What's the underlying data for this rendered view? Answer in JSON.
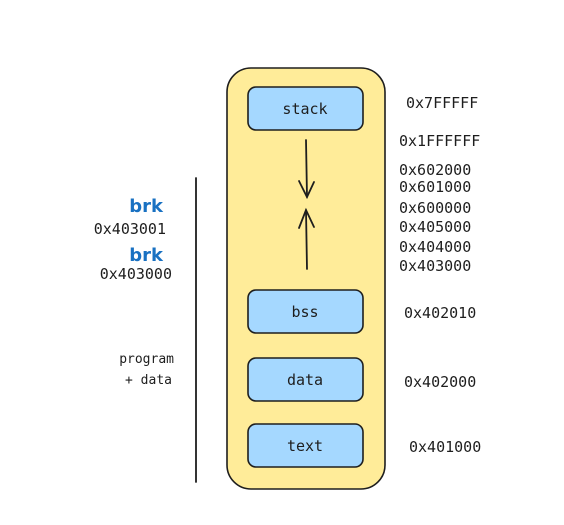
{
  "colors": {
    "memory_fill": "#ffec99",
    "memory_stroke": "#1e1e1e",
    "segment_fill": "#a5d8ff",
    "segment_stroke": "#1e1e1e",
    "brk_color": "#1971c2",
    "line_color": "#1e1e1e"
  },
  "segments": {
    "stack": "stack",
    "bss": "bss",
    "data": "data",
    "text": "text"
  },
  "addresses": {
    "a0": "0x7FFFFF",
    "a1": "0x1FFFFFF",
    "a2": "0x602000",
    "a3": "0x601000",
    "a4": "0x600000",
    "a5": "0x405000",
    "a6": "0x404000",
    "a7": "0x403000",
    "a8": "0x402010",
    "a9": "0x402000",
    "a10": "0x401000"
  },
  "left": {
    "brk_1": "brk",
    "brk_1_addr": "0x403001",
    "brk_2": "brk",
    "brk_2_addr": "0x403000",
    "program_line1": "program",
    "program_line2": "+ data"
  }
}
